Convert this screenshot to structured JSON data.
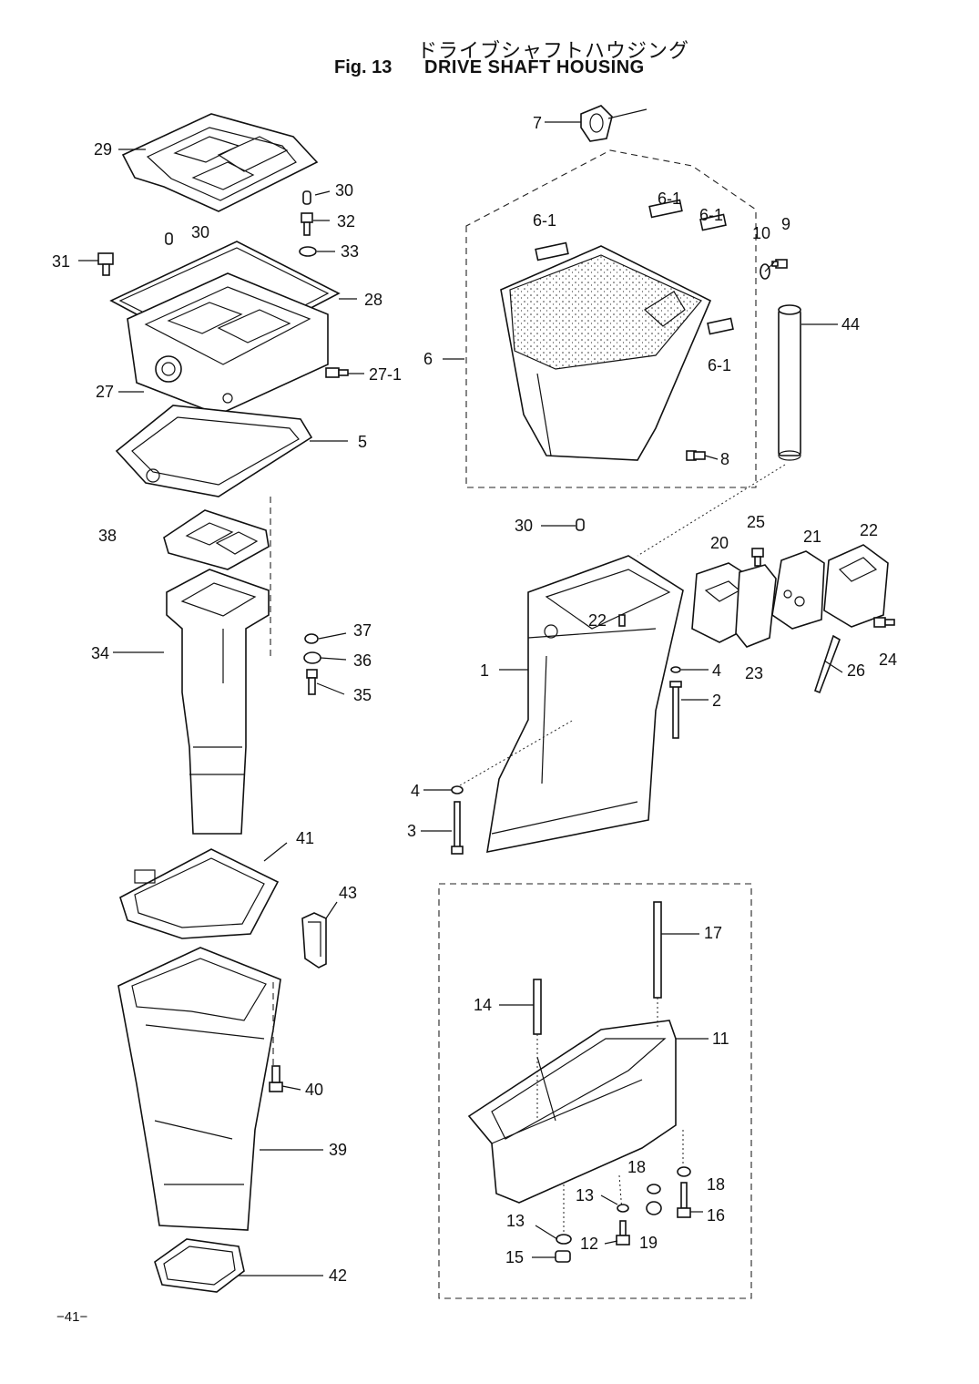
{
  "header": {
    "title_jp": "ドライブシャフトハウジング",
    "figure_label": "Fig. 13",
    "title_en": "DRIVE SHAFT HOUSING"
  },
  "footer": {
    "page_number": "−41−"
  },
  "callouts": [
    {
      "id": "c29",
      "label": "29"
    },
    {
      "id": "c30a",
      "label": "30"
    },
    {
      "id": "c32",
      "label": "32"
    },
    {
      "id": "c30b",
      "label": "30"
    },
    {
      "id": "c33",
      "label": "33"
    },
    {
      "id": "c31",
      "label": "31"
    },
    {
      "id": "c28",
      "label": "28"
    },
    {
      "id": "c27-1",
      "label": "27-1"
    },
    {
      "id": "c27",
      "label": "27"
    },
    {
      "id": "c5",
      "label": "5"
    },
    {
      "id": "c38",
      "label": "38"
    },
    {
      "id": "c37",
      "label": "37"
    },
    {
      "id": "c36",
      "label": "36"
    },
    {
      "id": "c34",
      "label": "34"
    },
    {
      "id": "c35",
      "label": "35"
    },
    {
      "id": "c41",
      "label": "41"
    },
    {
      "id": "c43",
      "label": "43"
    },
    {
      "id": "c40",
      "label": "40"
    },
    {
      "id": "c39",
      "label": "39"
    },
    {
      "id": "c42",
      "label": "42"
    },
    {
      "id": "c7",
      "label": "7"
    },
    {
      "id": "c6-1a",
      "label": "6-1"
    },
    {
      "id": "c6-1b",
      "label": "6-1"
    },
    {
      "id": "c6-1c",
      "label": "6-1"
    },
    {
      "id": "c10",
      "label": "10"
    },
    {
      "id": "c9",
      "label": "9"
    },
    {
      "id": "c44",
      "label": "44"
    },
    {
      "id": "c6",
      "label": "6"
    },
    {
      "id": "c6-1d",
      "label": "6-1"
    },
    {
      "id": "c8",
      "label": "8"
    },
    {
      "id": "c30c",
      "label": "30"
    },
    {
      "id": "c25",
      "label": "25"
    },
    {
      "id": "c20",
      "label": "20"
    },
    {
      "id": "c21",
      "label": "21"
    },
    {
      "id": "c22a",
      "label": "22"
    },
    {
      "id": "c22b",
      "label": "22"
    },
    {
      "id": "c24",
      "label": "24"
    },
    {
      "id": "c1",
      "label": "1"
    },
    {
      "id": "c4a",
      "label": "4"
    },
    {
      "id": "c23",
      "label": "23"
    },
    {
      "id": "c26",
      "label": "26"
    },
    {
      "id": "c2",
      "label": "2"
    },
    {
      "id": "c4b",
      "label": "4"
    },
    {
      "id": "c3",
      "label": "3"
    },
    {
      "id": "c17",
      "label": "17"
    },
    {
      "id": "c14",
      "label": "14"
    },
    {
      "id": "c11",
      "label": "11"
    },
    {
      "id": "c18a",
      "label": "18"
    },
    {
      "id": "c18b",
      "label": "18"
    },
    {
      "id": "c13a",
      "label": "13"
    },
    {
      "id": "c16",
      "label": "16"
    },
    {
      "id": "c13b",
      "label": "13"
    },
    {
      "id": "c19",
      "label": "19"
    },
    {
      "id": "c12",
      "label": "12"
    },
    {
      "id": "c15",
      "label": "15"
    }
  ]
}
